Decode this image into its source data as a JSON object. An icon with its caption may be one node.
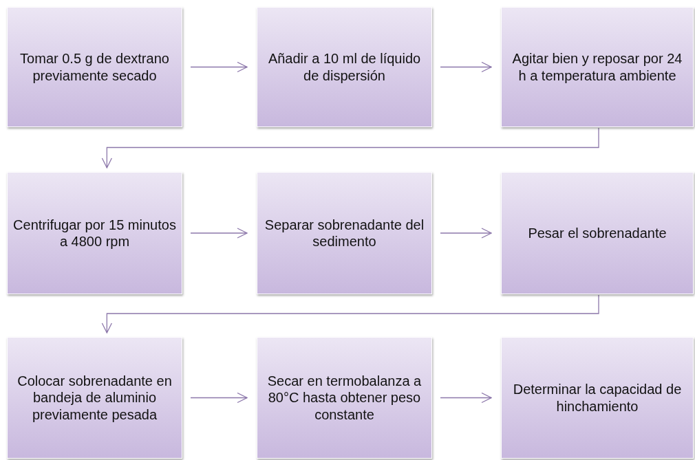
{
  "diagram": {
    "nodes": [
      {
        "text": [
          "Tomar 0.5 g de dextrano previamente secado"
        ]
      },
      {
        "text": [
          "Añadir a 10 ml de líquido de dispersión"
        ]
      },
      {
        "text": [
          "Agitar bien y reposar por 24 h a temperatura ambiente"
        ]
      },
      {
        "text": [
          "Centrifugar por 15 minutos a 4800 rpm"
        ]
      },
      {
        "text": [
          "Separar sobrenadante del sedimento"
        ]
      },
      {
        "text": [
          "Pesar el sobrenadante"
        ]
      },
      {
        "text": [
          "Colocar sobrenadante en bandeja de aluminio previamente pesada"
        ]
      },
      {
        "text": [
          "Secar en termobalanza a 80°C hasta obtener peso constante"
        ]
      },
      {
        "text": [
          "Determinar la capacidad de hinchamiento"
        ]
      }
    ],
    "edges": [
      {
        "from": 0,
        "to": 1,
        "arrow": "to"
      },
      {
        "from": 1,
        "to": 2,
        "arrow": "to"
      },
      {
        "from": 2,
        "to": 3,
        "arrow": "to"
      },
      {
        "from": 3,
        "to": 4,
        "arrow": "to"
      },
      {
        "from": 4,
        "to": 5,
        "arrow": "to"
      },
      {
        "from": 5,
        "to": 6,
        "arrow": "to"
      },
      {
        "from": 6,
        "to": 7,
        "arrow": "to"
      },
      {
        "from": 7,
        "to": 8,
        "arrow": "to"
      }
    ]
  }
}
